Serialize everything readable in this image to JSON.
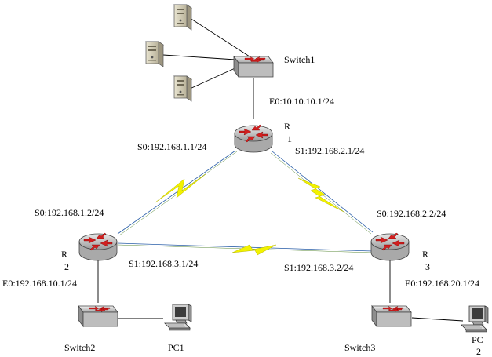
{
  "devices": {
    "switch1": "Switch1",
    "switch2": "Switch2",
    "switch3": "Switch3",
    "r1": {
      "name": "R",
      "num": "1"
    },
    "r2": {
      "name": "R",
      "num": "2"
    },
    "r3": {
      "name": "R",
      "num": "3"
    },
    "pc1": "PC1",
    "pc2": {
      "name": "PC",
      "num": "2"
    }
  },
  "interfaces": {
    "r1_e0": "E0:10.10.10.1/24",
    "r1_s0": "S0:192.168.1.1/24",
    "r1_s1": "S1:192.168.2.1/24",
    "r2_s0": "S0:192.168.1.2/24",
    "r2_s1": "S1:192.168.3.1/24",
    "r2_e0": "E0:192.168.10.1/24",
    "r3_s0": "S0:192.168.2.2/24",
    "r3_s1": "S1:192.168.3.2/24",
    "r3_e0": "E0:192.168.20.1/24"
  },
  "colors": {
    "router_body": "#cfcfcf",
    "router_arrow": "#d21f1f",
    "serial_link": "#f2f200",
    "serial_edge": "#2a5ea8",
    "line": "#000000"
  }
}
